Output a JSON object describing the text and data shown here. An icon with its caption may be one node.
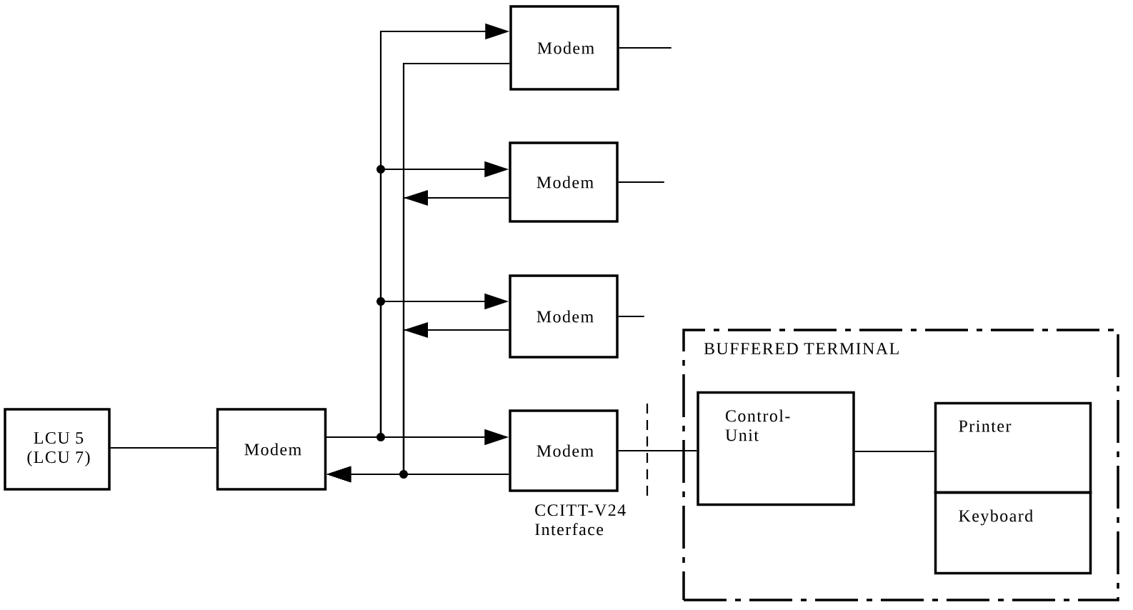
{
  "diagram": {
    "nodes": [
      {
        "text": [
          "LCU 5 (LCU 7)"
        ]
      },
      {
        "text": [
          "Modem"
        ]
      },
      {
        "text": [
          "Modem"
        ]
      },
      {
        "text": [
          "Modem"
        ]
      },
      {
        "text": [
          "Modem"
        ]
      },
      {
        "text": [
          "Modem"
        ]
      },
      {
        "text": [
          "BUFFERED TERMINAL"
        ]
      },
      {
        "text": [
          "Control-Unit"
        ],
        "in": 6
      },
      {
        "text": [
          "Printer"
        ],
        "in": 6
      },
      {
        "text": [
          "Keyboard"
        ],
        "in": 6
      }
    ],
    "edges": [
      {
        "from": 0,
        "to": 1,
        "arrow": "none"
      },
      {
        "from": 1,
        "to": 2,
        "arrow": "to"
      },
      {
        "from": 1,
        "to": 3,
        "arrow": "to"
      },
      {
        "from": 1,
        "to": 4,
        "arrow": "to"
      },
      {
        "from": 1,
        "to": 5,
        "arrow": "to"
      },
      {
        "from": 2,
        "to": 1,
        "arrow": "to"
      },
      {
        "from": 3,
        "to": 1,
        "arrow": "to"
      },
      {
        "from": 4,
        "to": 1,
        "arrow": "to"
      },
      {
        "from": 5,
        "to": 1,
        "arrow": "to"
      },
      {
        "from": 2,
        "to": null,
        "arrow": "none"
      },
      {
        "from": 3,
        "to": null,
        "arrow": "none"
      },
      {
        "from": 4,
        "to": null,
        "arrow": "none"
      },
      {
        "from": 5,
        "to": 7,
        "arrow": "none"
      },
      {
        "from": 7,
        "to": 8,
        "arrow": "none"
      }
    ],
    "labels": [
      "CCITT-V24 Interface"
    ]
  }
}
